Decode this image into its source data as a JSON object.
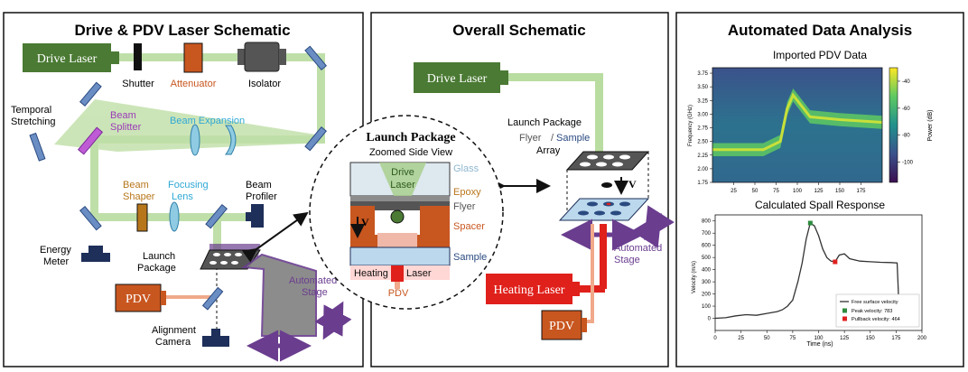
{
  "panels": {
    "left_title": "Drive & PDV Laser Schematic",
    "middle_title": "Overall Schematic",
    "right_title": "Automated Data Analysis"
  },
  "left": {
    "drive_laser": "Drive Laser",
    "shutter": "Shutter",
    "attenuator": "Attenuator",
    "isolator": "Isolator",
    "temporal_l1": "Temporal",
    "temporal_l2": "Stretching",
    "beam_splitter_l1": "Beam",
    "beam_splitter_l2": "Splitter",
    "beam_expansion": "Beam Expansion",
    "beam_shaper_l1": "Beam",
    "beam_shaper_l2": "Shaper",
    "focusing_l1": "Focusing",
    "focusing_l2": "Lens",
    "beam_profiler_l1": "Beam",
    "beam_profiler_l2": "Profiler",
    "energy_l1": "Energy",
    "energy_l2": "Meter",
    "launch_l1": "Launch",
    "launch_l2": "Package",
    "pdv": "PDV",
    "automated_l1": "Automated",
    "automated_l2": "Stage",
    "alignment_l1": "Alignment",
    "alignment_l2": "Camera"
  },
  "zoom": {
    "title": "Launch Package",
    "subtitle": "Zoomed Side View",
    "drive_l1": "Drive",
    "drive_l2": "Laser",
    "glass": "Glass",
    "epoxy": "Epoxy",
    "flyer": "Flyer",
    "spacer": "Spacer",
    "sample": "Sample",
    "velocity": "V",
    "heating": "Heating",
    "laser": "Laser",
    "pdv": "PDV"
  },
  "middle": {
    "drive_laser": "Drive Laser",
    "launch_package": "Launch Package",
    "flyer": "Flyer",
    "slash": "/",
    "sample": "Sample",
    "array": "Array",
    "velocity": "V",
    "automated_l1": "Automated",
    "automated_l2": "Stage",
    "heating_laser": "Heating Laser",
    "pdv": "PDV"
  },
  "colors": {
    "drive_laser": "#4a7a33",
    "beam_green": "#b9dca0",
    "heating_red": "#e0201b",
    "pdv_orange": "#c8561f",
    "stage_purple": "#6a3d8f",
    "mirror_blue": "#6a8ec4",
    "navy": "#1e2f5a",
    "text_cyan": "#2fa8d6",
    "text_purple": "#9b3ab8",
    "text_gold": "#b8761b",
    "text_orange": "#c8561f"
  },
  "chart_data": [
    {
      "type": "heatmap",
      "title": "Imported PDV Data",
      "xlabel": "",
      "ylabel": "Frequency (GHz)",
      "xticks": [
        "25",
        "50",
        "75",
        "100",
        "125",
        "150",
        "175"
      ],
      "yticks": [
        "1.75",
        "2.00",
        "2.25",
        "2.50",
        "2.75",
        "3.00",
        "3.25",
        "3.50",
        "3.75"
      ],
      "xlim": [
        0,
        200
      ],
      "ylim": [
        1.75,
        3.85
      ],
      "colorbar": {
        "label": "Power (dB)",
        "ticks": [
          "-40",
          "-60",
          "-80",
          "-100"
        ],
        "range": [
          -115,
          -30
        ]
      },
      "ridge": {
        "x": [
          0,
          60,
          80,
          88,
          95,
          115,
          150,
          200
        ],
        "y": [
          2.35,
          2.35,
          2.5,
          3.1,
          3.35,
          2.95,
          2.9,
          2.85
        ]
      }
    },
    {
      "type": "line",
      "title": "Calculated Spall Response",
      "xlabel": "Time (ns)",
      "ylabel": "Velocity (m/s)",
      "xlim": [
        0,
        200
      ],
      "ylim": [
        -100,
        850
      ],
      "xticks": [
        "0",
        "25",
        "50",
        "75",
        "100",
        "125",
        "150",
        "175",
        "200"
      ],
      "yticks": [
        "0",
        "100",
        "200",
        "300",
        "400",
        "500",
        "600",
        "700",
        "800"
      ],
      "series": [
        {
          "name": "Free surface velocity",
          "x": [
            0,
            10,
            20,
            30,
            40,
            50,
            60,
            65,
            70,
            75,
            80,
            84,
            88,
            92,
            96,
            100,
            104,
            108,
            112,
            116,
            120,
            125,
            130,
            140,
            150,
            160,
            170,
            176,
            177,
            178,
            180,
            185,
            190
          ],
          "y": [
            0,
            5,
            20,
            30,
            25,
            40,
            55,
            70,
            100,
            150,
            300,
            450,
            650,
            783,
            760,
            680,
            570,
            500,
            470,
            464,
            520,
            530,
            490,
            470,
            465,
            460,
            458,
            455,
            250,
            0,
            -60,
            -40,
            -50
          ]
        }
      ],
      "markers": [
        {
          "name": "Peak velocity: 783",
          "x": 92,
          "y": 783,
          "color": "#2e8b3e"
        },
        {
          "name": "Pullback velocity: 464",
          "x": 116,
          "y": 464,
          "color": "#e02020"
        }
      ],
      "legend": "bottom-right"
    }
  ]
}
